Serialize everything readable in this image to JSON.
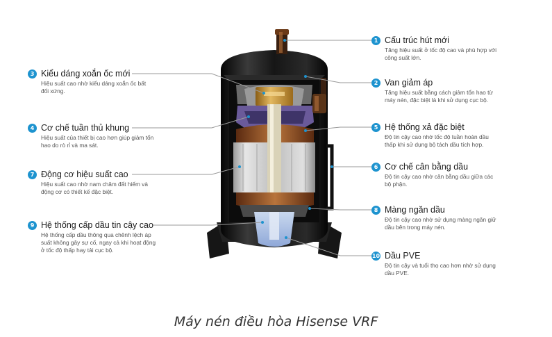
{
  "labels": [
    {
      "num": "1",
      "title": "Cấu trúc hút mới",
      "desc": "Tăng hiệu suất ở tốc độ cao và phù hợp với\ncông suất lớn."
    },
    {
      "num": "2",
      "title": "Van giảm áp",
      "desc": "Tăng hiệu suất bằng cách giảm tổn hao từ\nmáy nén, đặc biệt là khi sử dụng cục bộ."
    },
    {
      "num": "3",
      "title": "Kiểu dáng xoắn ốc mới",
      "desc": "Hiệu suất cao nhờ kiểu dáng xoắn ốc bất\nđối xứng."
    },
    {
      "num": "4",
      "title": "Cơ chế tuần thủ khung",
      "desc": "Hiệu suất của thiết bị cao hơn giúp giảm tổn\nhao do rò rỉ và ma sát."
    },
    {
      "num": "5",
      "title": "Hệ thống xả đặc biệt",
      "desc": "Độ tin cậy cao nhờ tốc độ tuần hoàn dầu\nthấp khi sử dụng bộ tách dầu tích hợp."
    },
    {
      "num": "6",
      "title": "Cơ chế cân bằng dầu",
      "desc": "Độ tin cậy cao nhờ cân bằng dầu giữa các\nbộ phận."
    },
    {
      "num": "7",
      "title": "Động cơ hiệu suất cao",
      "desc": "Hiệu suất cao nhờ nam châm đất hiếm và\nđộng cơ có thiết kế đặc biệt."
    },
    {
      "num": "8",
      "title": "Màng ngăn dầu",
      "desc": "Độ tin cậy cao nhờ sử dụng màng ngăn giữ\ndầu bên trong máy nén."
    },
    {
      "num": "9",
      "title": "Hệ thống cấp dầu tin cậy cao",
      "desc": "Hệ thống cấp dầu thông qua chênh lệch áp\nsuất không gây sự cố, ngay cả khi hoạt động\nở tốc độ thấp hay tải cục bộ."
    },
    {
      "num": "10",
      "title": "Dầu PVE",
      "desc": "Độ tin cậy và tuổi thọ cao hơn nhờ sử dụng\ndầu PVE."
    }
  ],
  "caption": "Máy nén điều hòa Hisense VRF",
  "colors": {
    "badge": "#1d93cf",
    "leader": "#9a9a9a",
    "body": "#111111",
    "stator": "#d8d8d8",
    "scroll": "#c89a3a",
    "frame": "#6a5a9a"
  }
}
